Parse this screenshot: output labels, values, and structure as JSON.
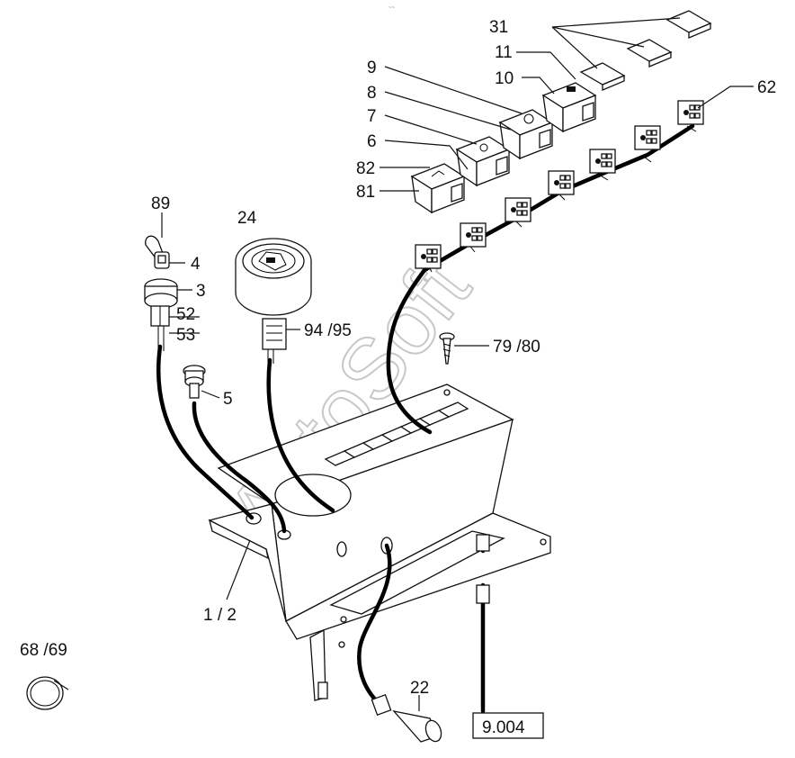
{
  "watermark": "AutoSoft",
  "corner_mark": "~~",
  "callouts": {
    "c31": "31",
    "c11": "11",
    "c10": "10",
    "c9": "9",
    "c8": "8",
    "c7": "7",
    "c6": "6",
    "c82": "82",
    "c81": "81",
    "c62": "62",
    "c89": "89",
    "c24": "24",
    "c4": "4",
    "c3": "3",
    "c52": "52",
    "c53": "53",
    "c9495": "94 /95",
    "c7980": "79 /80",
    "c5": "5",
    "c12": "1 / 2",
    "c6869": "68 /69",
    "c22": "22",
    "ref": "9.004"
  },
  "colors": {
    "line": "#111111",
    "watermark": "#c8c8c8",
    "background": "#ffffff"
  },
  "icons": [
    "ignition-key-icon",
    "gauge-icon",
    "rocker-switch-icon",
    "connector-icon",
    "screw-icon",
    "cable-tie-icon",
    "warning-lamp-icon"
  ]
}
